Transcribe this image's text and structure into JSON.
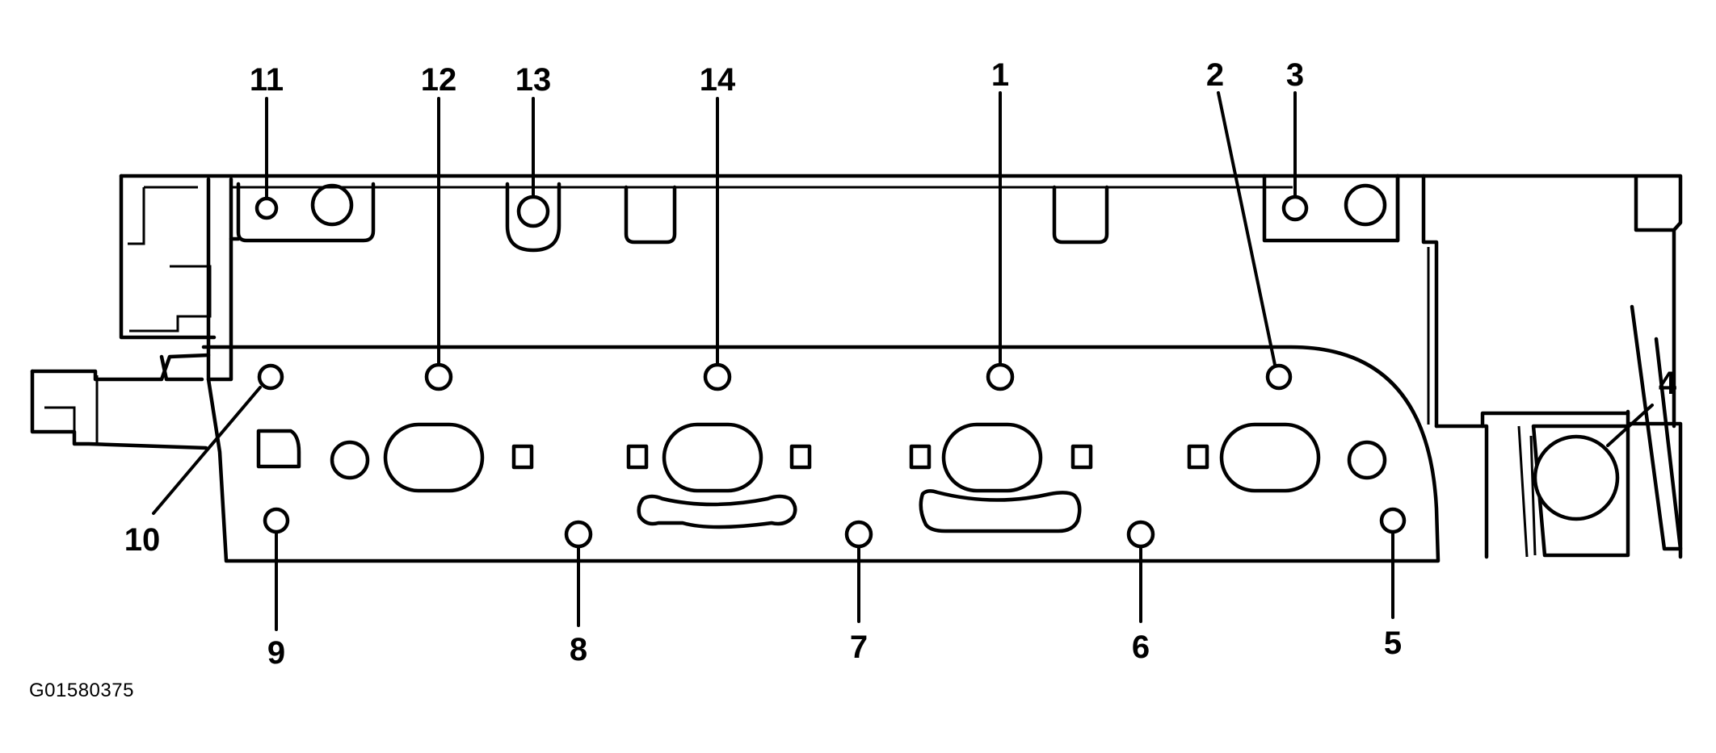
{
  "figure_id": "G01580375",
  "callouts": [
    {
      "id": "1",
      "label": "1"
    },
    {
      "id": "2",
      "label": "2"
    },
    {
      "id": "3",
      "label": "3"
    },
    {
      "id": "4",
      "label": "4"
    },
    {
      "id": "5",
      "label": "5"
    },
    {
      "id": "6",
      "label": "6"
    },
    {
      "id": "7",
      "label": "7"
    },
    {
      "id": "8",
      "label": "8"
    },
    {
      "id": "9",
      "label": "9"
    },
    {
      "id": "10",
      "label": "10"
    },
    {
      "id": "11",
      "label": "11"
    },
    {
      "id": "12",
      "label": "12"
    },
    {
      "id": "13",
      "label": "13"
    },
    {
      "id": "14",
      "label": "14"
    }
  ]
}
